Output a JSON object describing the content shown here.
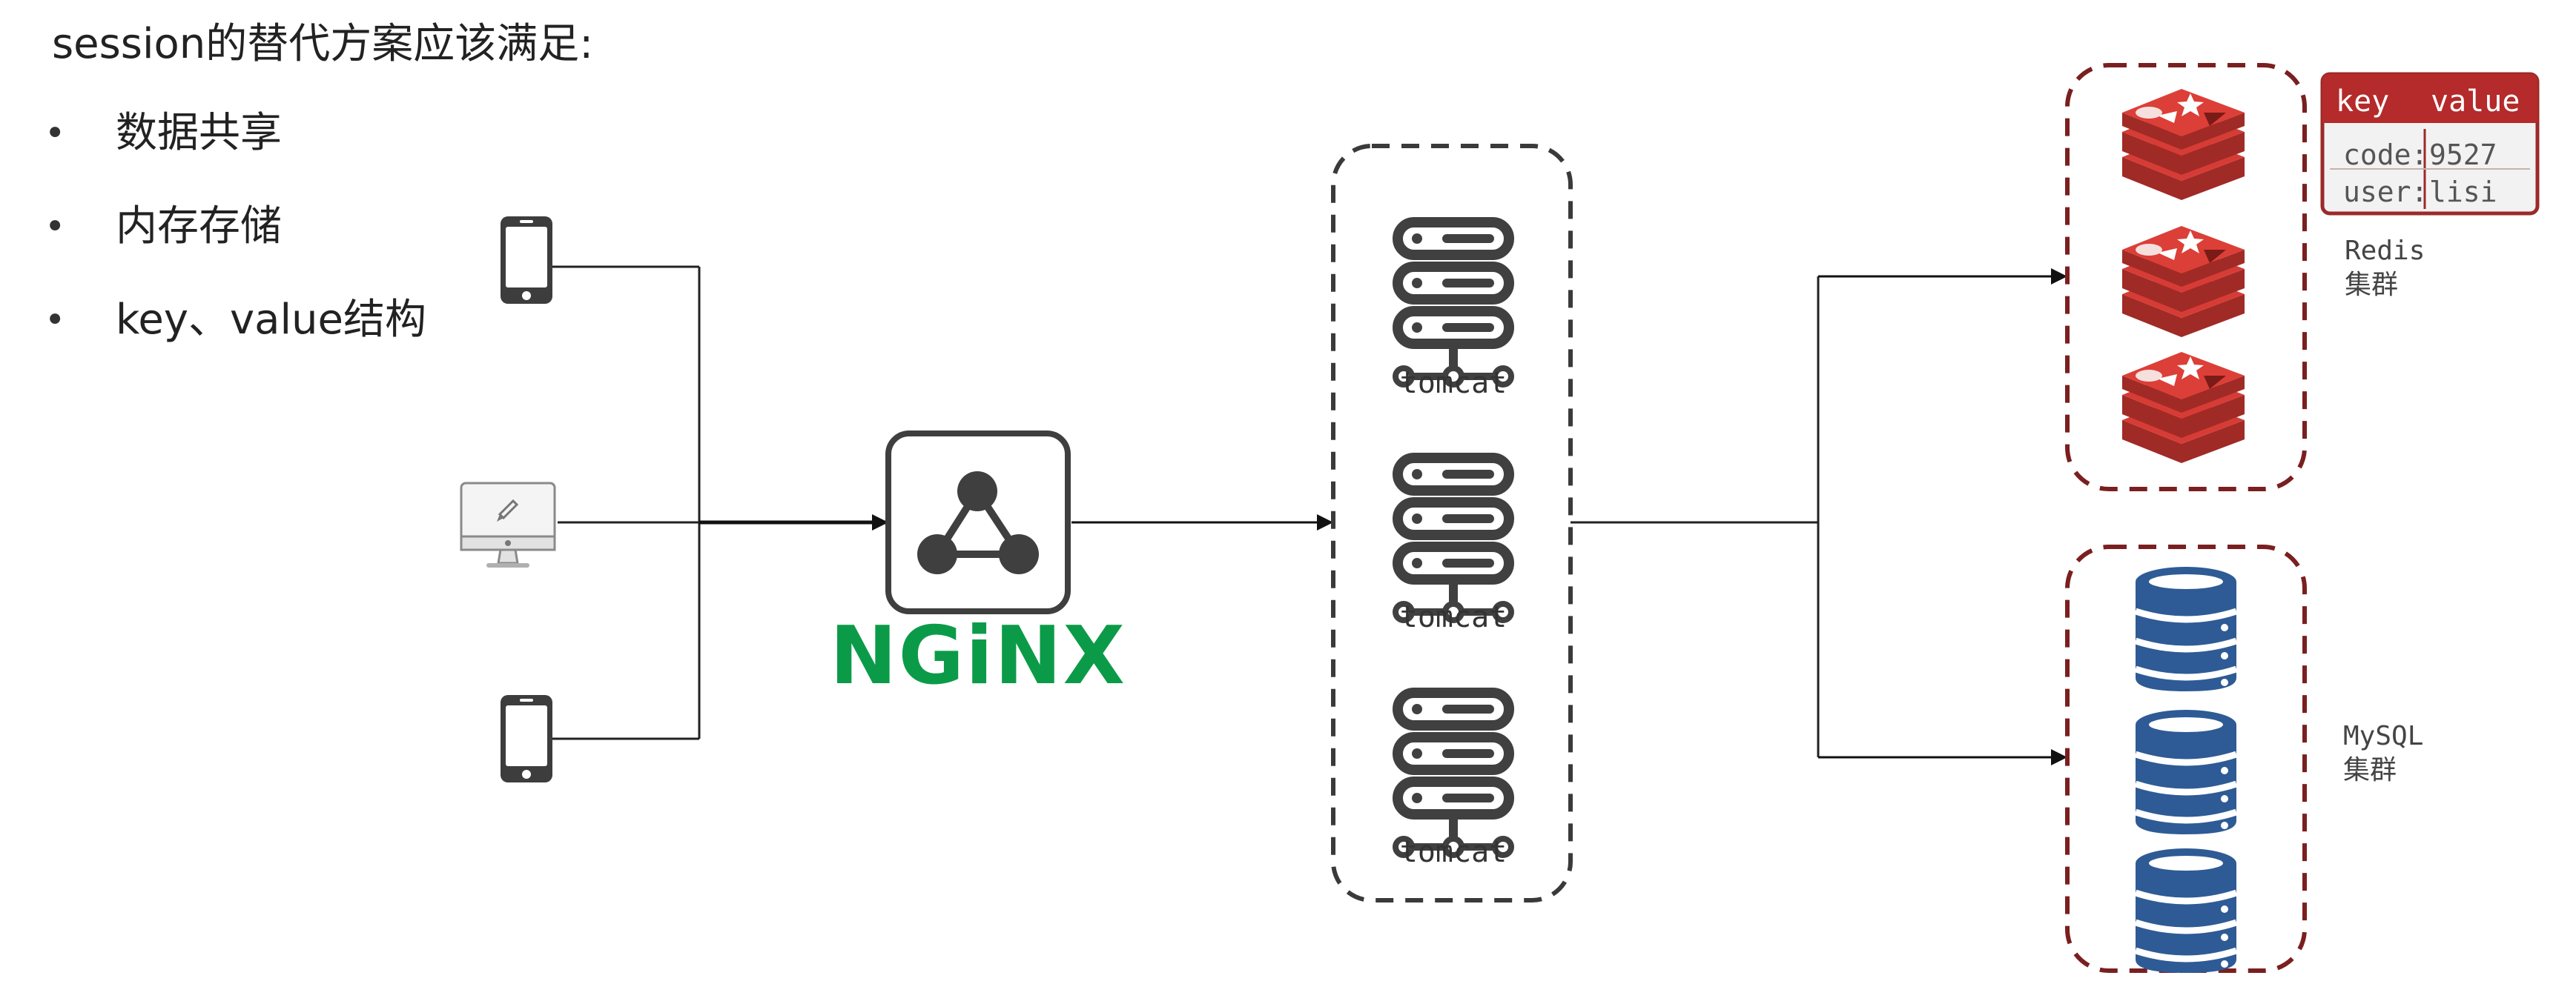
{
  "heading": "session的替代方案应该满足:",
  "bullets": [
    {
      "marker": "•",
      "text": "数据共享"
    },
    {
      "marker": "•",
      "text": "内存存储"
    },
    {
      "marker": "•",
      "text": "key、value结构"
    }
  ],
  "nginx": {
    "logo_text": "NGiNX"
  },
  "tomcat_labels": [
    "tomcat",
    "tomcat",
    "tomcat"
  ],
  "redis": {
    "label_line1": "Redis",
    "label_line2": "集群"
  },
  "mysql": {
    "label_line1": "MySQL",
    "label_line2": "集群"
  },
  "kv_table": {
    "headers": [
      "key",
      "value"
    ],
    "rows": [
      [
        "code:",
        "9527"
      ],
      [
        "user:",
        "lisi"
      ]
    ]
  },
  "colors": {
    "nginx_green": "#0b9b48",
    "redis_red": "#c9302c",
    "mysql_blue": "#2e5b95",
    "server_gray": "#404040",
    "cluster_border": "#7a1f1f",
    "table_header_bg": "#b52a2a"
  }
}
